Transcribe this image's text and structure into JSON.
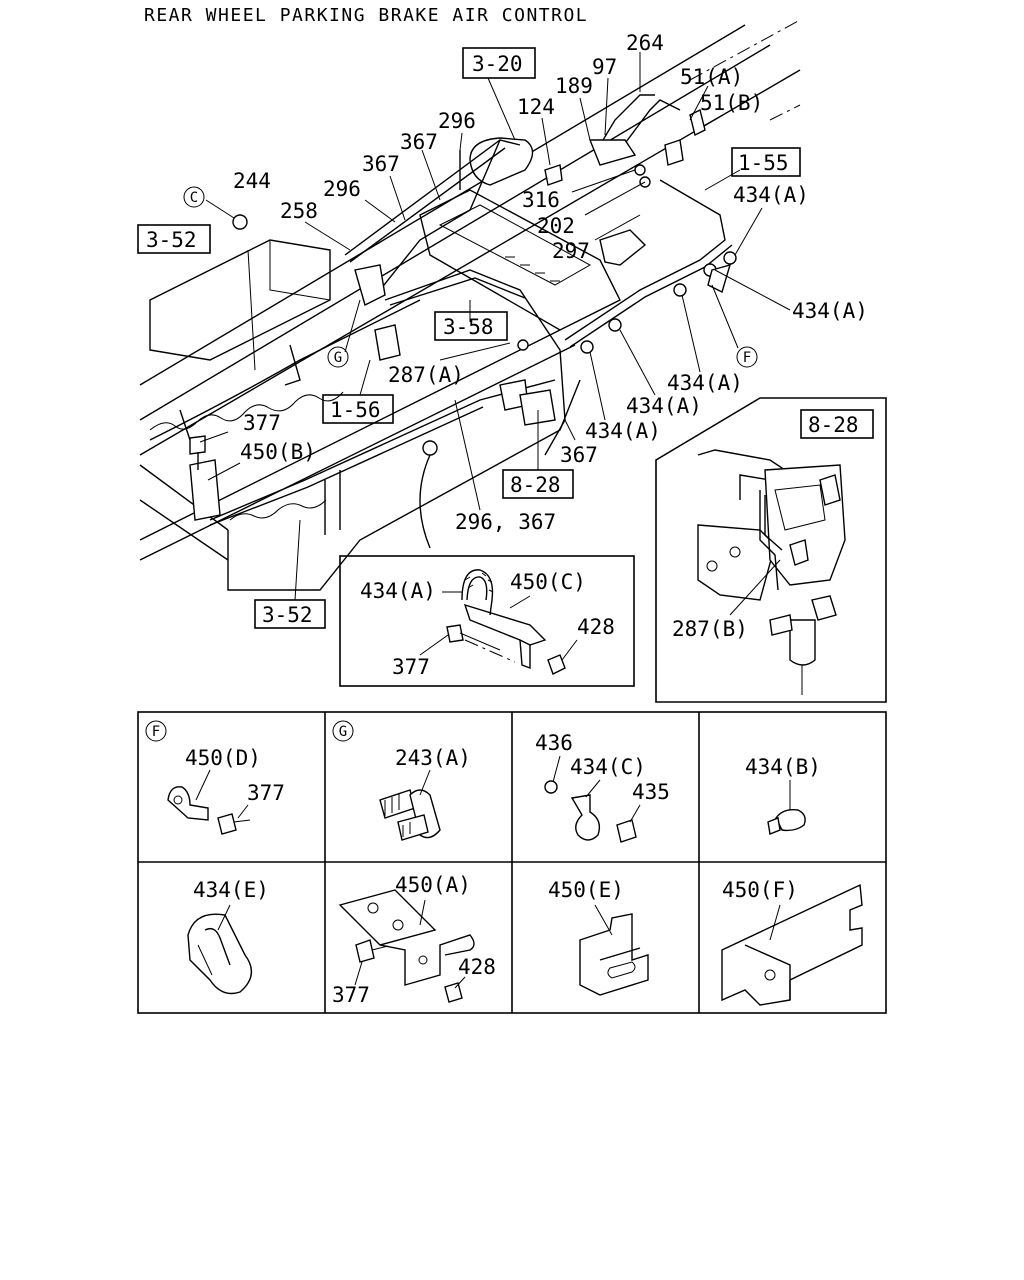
{
  "title": "REAR WHEEL PARKING BRAKE AIR CONTROL",
  "refs": {
    "r3_20": "3-20",
    "r1_55": "1-55",
    "r3_52a": "3-52",
    "r3_58": "3-58",
    "r1_56": "1-56",
    "r8_28a": "8-28",
    "r3_52b": "3-52",
    "r8_28b": "8-28"
  },
  "circle_letters": {
    "c": "C",
    "g": "G",
    "f": "F"
  },
  "callouts": {
    "p264": "264",
    "p97": "97",
    "p51a": "51(A)",
    "p189": "189",
    "p51b": "51(B)",
    "p124": "124",
    "p296a": "296",
    "p367a": "367",
    "p367b": "367",
    "p296b": "296",
    "p244": "244",
    "p258": "258",
    "p316": "316",
    "p202": "202",
    "p297": "297",
    "p434a1": "434(A)",
    "p434a2": "434(A)",
    "p287a": "287(A)",
    "p434a3": "434(A)",
    "p434a4": "434(A)",
    "p434a5": "434(A)",
    "p377a": "377",
    "p450b": "450(B)",
    "p367c": "367",
    "p296_367": "296, 367"
  },
  "detail_inset": {
    "p434a": "434(A)",
    "p450c": "450(C)",
    "p428": "428",
    "p377": "377"
  },
  "valve_inset": {
    "p287b": "287(B)"
  },
  "grid_cells": {
    "f_letter": "F",
    "f_450d": "450(D)",
    "f_377": "377",
    "g_letter": "G",
    "g_243a": "243(A)",
    "c3_436": "436",
    "c3_434c": "434(C)",
    "c3_435": "435",
    "c4_434b": "434(B)",
    "c5_434e": "434(E)",
    "c6_450a": "450(A)",
    "c6_377": "377",
    "c6_428": "428",
    "c7_450e": "450(E)",
    "c8_450f": "450(F)"
  }
}
